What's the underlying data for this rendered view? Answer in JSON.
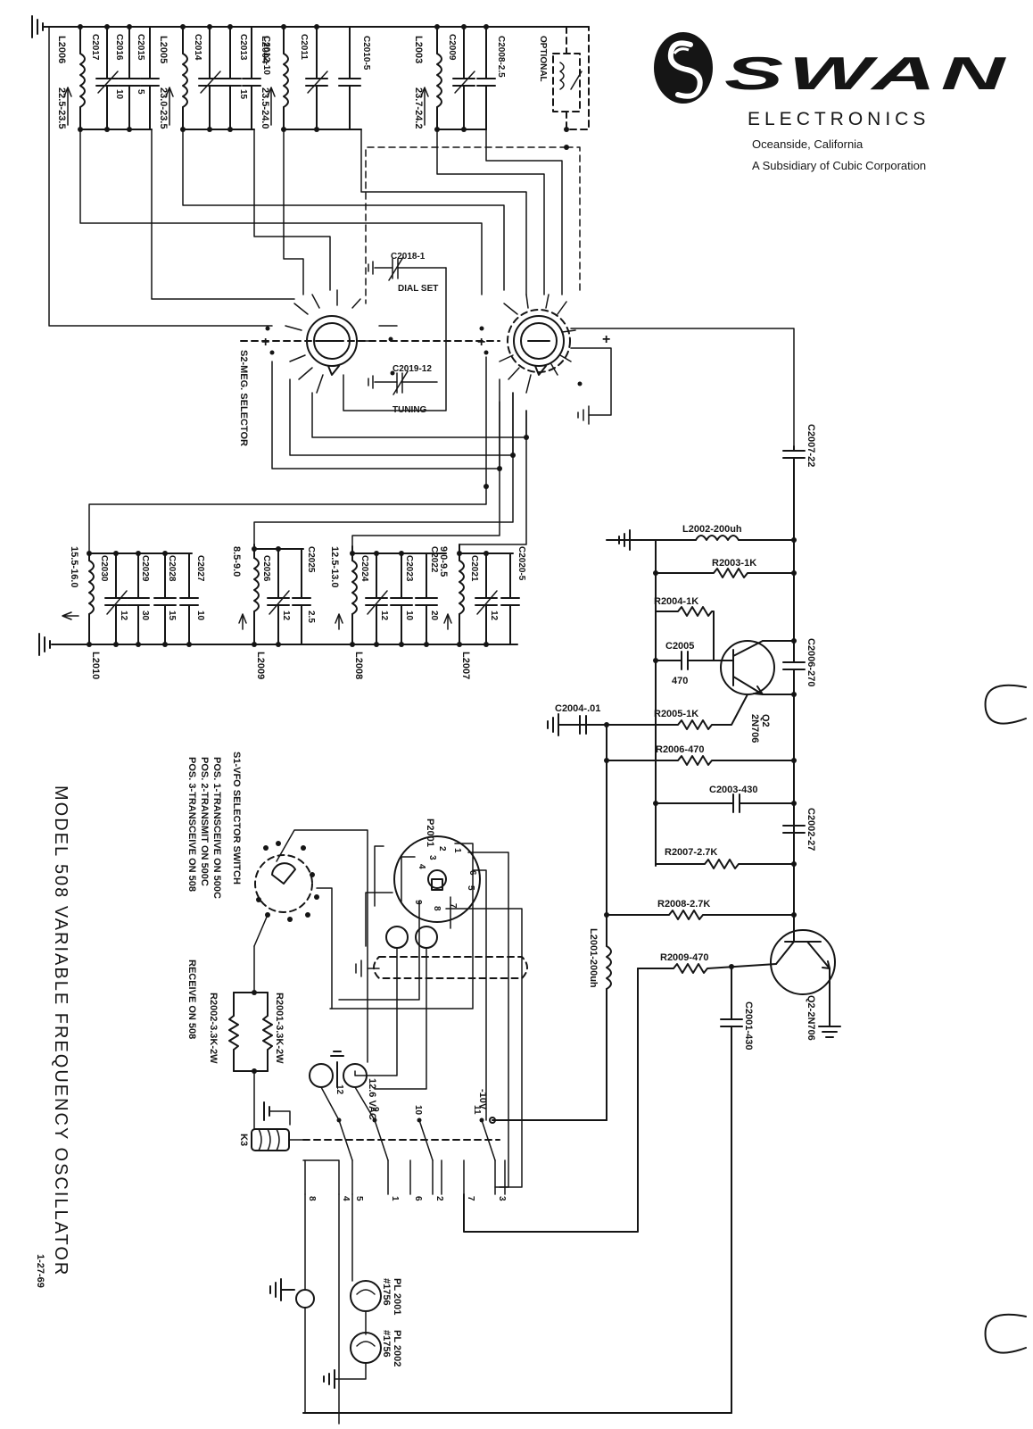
{
  "company": {
    "brand": "SWAN",
    "division": "ELECTRONICS",
    "location": "Oceanside, California",
    "subsidiary": "A Subsidiary of Cubic Corporation"
  },
  "title": "MODEL 508 VARIABLE FREQUENCY OSCILLATOR",
  "date": "1-27-69",
  "switch_notes": {
    "heading": "S1-VFO SELECTOR SWITCH",
    "pos1": "POS. 1-TRANSCEIVE ON 500C",
    "pos2": "POS. 2-TRANSMIT ON 500C",
    "pos3_a": "POS. 3-TRANSCEIVE ON 508",
    "pos3_b": "RECEIVE ON 508"
  },
  "bandswitch": {
    "selector": "S2-MEG. SELECTOR",
    "dial_set_cap": "C2018-1",
    "dial_set": "DIAL SET",
    "tuning_cap": "C2019-12",
    "tuning": "TUNING",
    "optional": "OPTIONAL"
  },
  "top_inductors": [
    {
      "l": "L2006",
      "range": "22.5-23.5",
      "caps": [
        "C2017",
        "C2016",
        "C2015"
      ],
      "values": [
        "",
        "10",
        "5"
      ]
    },
    {
      "l": "L2005",
      "range": "23.0-23.5",
      "caps": [
        "C2014",
        "C2013",
        "C2012-10"
      ],
      "values": [
        "",
        "15",
        ""
      ]
    },
    {
      "l": "L2004",
      "range": "23.5-24.0",
      "caps": [
        "C2011",
        "C2010-5"
      ],
      "values": [
        "",
        ""
      ]
    },
    {
      "l": "L2003",
      "range": "23.7-24.2",
      "caps": [
        "C2009",
        "C2008-2.5"
      ],
      "values": [
        "",
        ""
      ]
    }
  ],
  "bottom_inductors": [
    {
      "l": "L2010",
      "range": "15.5-16.0",
      "caps": [
        "C2030",
        "C2029",
        "C2028",
        "C2027"
      ],
      "values": [
        "12",
        "30",
        "15",
        "10"
      ]
    },
    {
      "l": "L2009",
      "range": "8.5-9.0",
      "caps": [
        "C2026",
        "C2025"
      ],
      "values": [
        "12",
        "2.5"
      ]
    },
    {
      "l": "L2008",
      "range": "12.5-13.0",
      "caps": [
        "C2024",
        "C2023",
        "C2022"
      ],
      "values": [
        "12",
        "10",
        "20"
      ]
    },
    {
      "l": "L2007",
      "range": "9.0-9.5",
      "caps": [
        "C2021",
        "C2020-5"
      ],
      "values": [
        "12",
        ""
      ]
    }
  ],
  "oscillator": {
    "c2007": "C2007-22",
    "l2002": "L2002-200uh",
    "r2003": "R2003-1K",
    "r2004": "R2004-1K",
    "c2005": "C2005",
    "c2005_val": "470",
    "c2006": "C2006-270",
    "q_top_ref": "Q2",
    "q_top_type": "2N706",
    "c2004": "C2004-.01",
    "r2005": "R2005-1K",
    "r2006": "R2006-470",
    "c2003": "C2003-430",
    "c2002": "C2002-27",
    "r2007": "R2007-2.7K",
    "r2008": "R2008-2.7K",
    "r2009": "R2009-470",
    "l2001": "L2001-200uh",
    "c2001": "C2001-430",
    "q_bottom": "Q2-2N706"
  },
  "power": {
    "p2001": "P2001",
    "r2001": "R2001-3.3K-2W",
    "r2002": "R2002-3.3K-2W",
    "k3": "K3",
    "vac": "12.6 VAC",
    "neg10": "-10V",
    "pl2001_ref": "PL 2001",
    "pl2001_type": "#1756",
    "pl2002_ref": "PL 2002",
    "pl2002_type": "#1756",
    "relay_pins_top": [
      "12",
      "9",
      "10",
      "11"
    ],
    "relay_pins_bottom": [
      "8",
      "4",
      "5",
      "1",
      "6",
      "2",
      "7",
      "3"
    ],
    "plug_pins": [
      "1",
      "2",
      "3",
      "4",
      "5",
      "6",
      "7",
      "8",
      "9"
    ]
  }
}
